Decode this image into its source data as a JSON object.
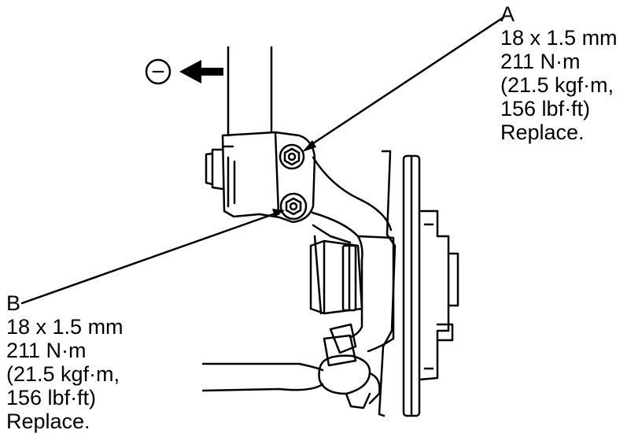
{
  "direction_symbol": "−",
  "callout_a": {
    "letter": "A",
    "size": "18 x 1.5 mm",
    "torque_nm": "211 N·m",
    "torque_kgfm": "(21.5 kgf·m,",
    "torque_lbfft": "156 lbf·ft)",
    "note": "Replace."
  },
  "callout_b": {
    "letter": "B",
    "size": "18 x 1.5 mm",
    "torque_nm": "211 N·m",
    "torque_kgfm": "(21.5 kgf·m,",
    "torque_lbfft": "156 lbf·ft)",
    "note": "Replace."
  },
  "colors": {
    "line": "#000000",
    "background": "#ffffff"
  }
}
